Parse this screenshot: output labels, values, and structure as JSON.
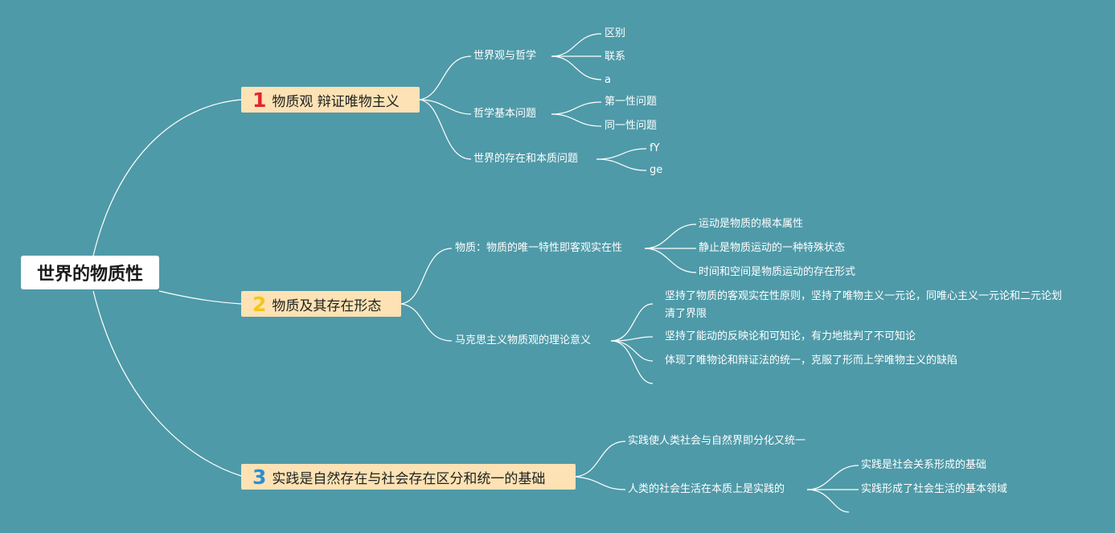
{
  "root": "世界的物质性",
  "branches": [
    {
      "num": "1",
      "num_color": "#e0262b",
      "label": "物质观 辩证唯物主义",
      "subs": [
        {
          "label": "世界观与哲学",
          "leaves": [
            "区别",
            "联系",
            "a"
          ]
        },
        {
          "label": "哲学基本问题",
          "leaves": [
            "第一性问题",
            "同一性问题"
          ]
        },
        {
          "label": "世界的存在和本质问题",
          "leaves": [
            "fY",
            "ge"
          ]
        }
      ]
    },
    {
      "num": "2",
      "num_color": "#f5c518",
      "label": "物质及其存在形态",
      "subs": [
        {
          "label": "物质：物质的唯一特性即客观实在性",
          "leaves": [
            "运动是物质的根本属性",
            "静止是物质运动的一种特殊状态",
            "时间和空间是物质运动的存在形式"
          ]
        },
        {
          "label": "马克思主义物质观的理论意义",
          "leaves": [
            "坚持了物质的客观实在性原则，坚持了唯物主义一元论，同唯心主义一元论和二元论划清了界限",
            "坚持了能动的反映论和可知论，有力地批判了不可知论",
            "体现了唯物论和辩证法的统一，克服了形而上学唯物主义的缺陷"
          ]
        }
      ]
    },
    {
      "num": "3",
      "num_color": "#2a8fd6",
      "label": "实践是自然存在与社会存在区分和统一的基础",
      "subs": [
        {
          "label": "实践使人类社会与自然界即分化又统一",
          "leaves": []
        },
        {
          "label": "人类的社会生活在本质上是实践的",
          "leaves": [
            "实践是社会关系形成的基础",
            "实践形成了社会生活的基本领域"
          ]
        }
      ]
    }
  ]
}
